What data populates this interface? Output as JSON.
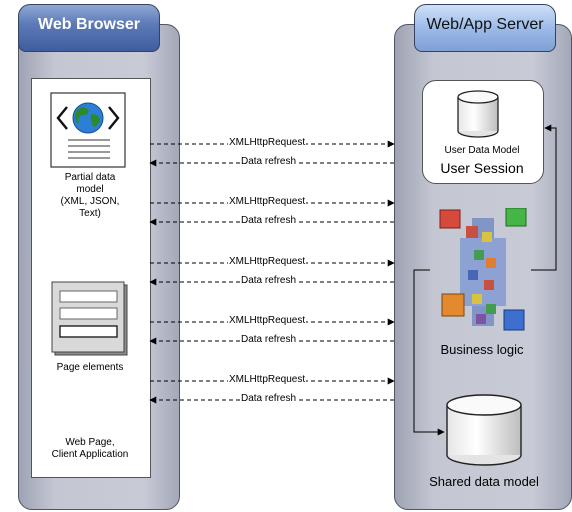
{
  "left_column": {
    "title": "Web Browser"
  },
  "right_column": {
    "title": "Web/App Server"
  },
  "client": {
    "partial_data_label": [
      "Partial data",
      "model",
      "(XML, JSON,",
      "Text)"
    ],
    "page_elements_label": "Page elements",
    "web_page_label": [
      "Web Page,",
      "Client Application"
    ]
  },
  "server": {
    "user_data_model_label": "User Data Model",
    "user_session_label": "User Session",
    "business_logic_label": "Business logic",
    "shared_data_model_label": "Shared data model"
  },
  "exchanges": [
    {
      "request": "XMLHttpRequest",
      "response": "Data refresh"
    },
    {
      "request": "XMLHttpRequest",
      "response": "Data refresh"
    },
    {
      "request": "XMLHttpRequest",
      "response": "Data refresh"
    },
    {
      "request": "XMLHttpRequest",
      "response": "Data refresh"
    },
    {
      "request": "XMLHttpRequest",
      "response": "Data refresh"
    }
  ],
  "colors": {
    "left_tab": "#4a66a8",
    "right_tab": "#9dbbe8",
    "column": "#c6c9d4",
    "globe_ocean": "#2b7fd6",
    "globe_land": "#2c8a2c"
  }
}
